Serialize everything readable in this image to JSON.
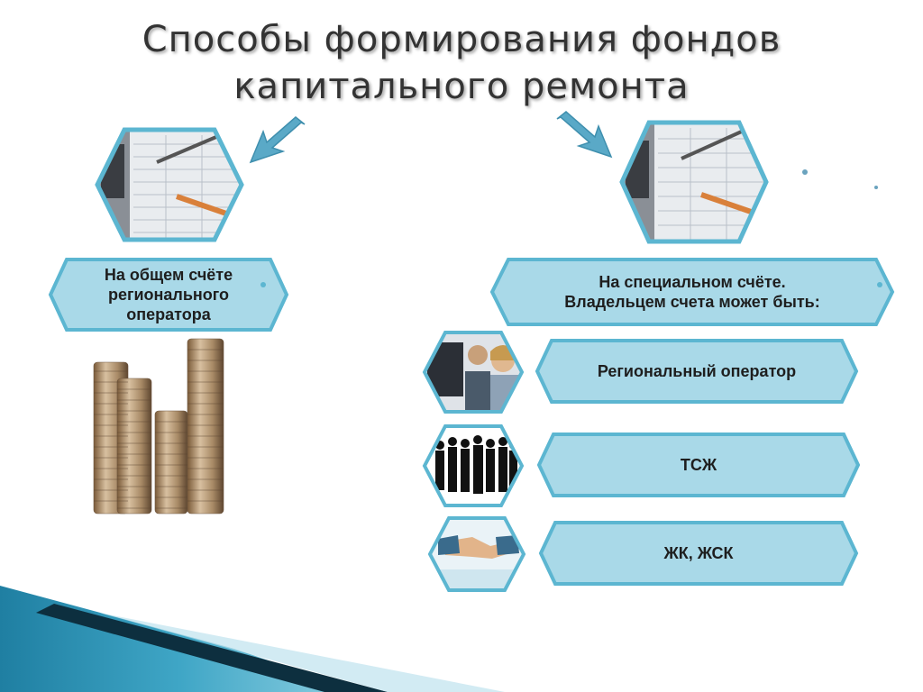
{
  "title": {
    "line1": "Способы формирования фондов",
    "line2": "капитального ремонта"
  },
  "left_box": {
    "lines": [
      "На общем счёте",
      "регионального",
      "оператора"
    ]
  },
  "right_box": {
    "lines": [
      "На специальном счёте.",
      "Владельцем счета может быть:"
    ]
  },
  "owners": [
    {
      "label": "Региональный оператор",
      "icon": "call-center-operator-icon"
    },
    {
      "label": "ТСЖ",
      "icon": "business-people-icon"
    },
    {
      "label": "ЖК, ЖСК",
      "icon": "handshake-icon"
    }
  ],
  "colors": {
    "box_fill": "#a9d9e8",
    "box_border": "#5cb6d1",
    "arrow": "#5aa9c7",
    "accent_dark": "#0d2f3f"
  }
}
